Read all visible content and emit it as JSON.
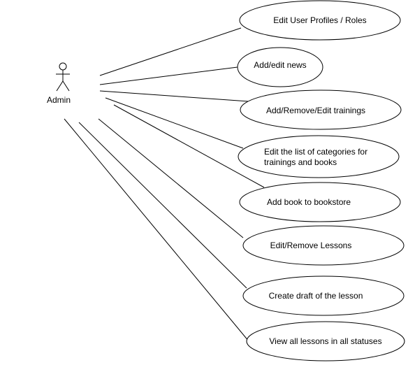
{
  "diagram": {
    "actor": {
      "label": "Admin",
      "icon": "stick-figure-icon"
    },
    "use_cases": [
      {
        "id": "uc-1",
        "lines": [
          "Edit User Profiles / Roles"
        ]
      },
      {
        "id": "uc-2",
        "lines": [
          "Add/edit news"
        ]
      },
      {
        "id": "uc-3",
        "lines": [
          "Add/Remove/Edit trainings"
        ]
      },
      {
        "id": "uc-4",
        "lines": [
          "Edit the list of categories for",
          "trainings and books"
        ]
      },
      {
        "id": "uc-5",
        "lines": [
          "Add book to bookstore"
        ]
      },
      {
        "id": "uc-6",
        "lines": [
          "Edit/Remove Lessons"
        ]
      },
      {
        "id": "uc-7",
        "lines": [
          "Create draft of the lesson"
        ]
      },
      {
        "id": "uc-8",
        "lines": [
          "View all lessons in all statuses"
        ]
      }
    ],
    "colors": {
      "stroke": "#000000",
      "fill": "#ffffff",
      "text": "#000000"
    }
  }
}
